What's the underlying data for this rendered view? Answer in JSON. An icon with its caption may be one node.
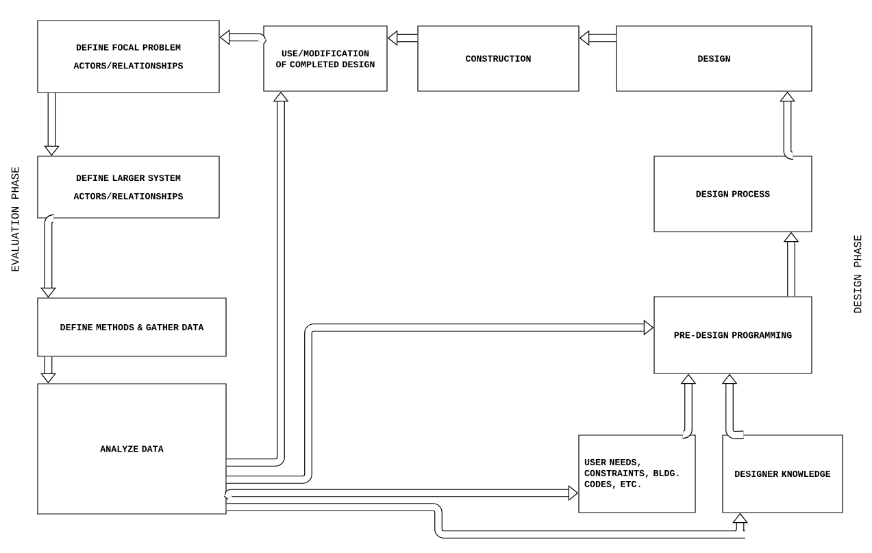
{
  "diagram": {
    "nodes": [
      {
        "text": [
          "DEFINE FOCAL PROBLEM",
          "ACTORS/RELATIONSHIPS"
        ]
      },
      {
        "text": [
          "USE/MODIFICATION OF COMPLETED DESIGN"
        ]
      },
      {
        "text": [
          "CONSTRUCTION"
        ]
      },
      {
        "text": [
          "DESIGN"
        ]
      },
      {
        "text": [
          "DEFINE LARGER SYSTEM",
          "ACTORS/RELATIONSHIPS"
        ]
      },
      {
        "text": [
          "DESIGN PROCESS"
        ]
      },
      {
        "text": [
          "DEFINE METHODS & GATHER DATA"
        ]
      },
      {
        "text": [
          "PRE-DESIGN PROGRAMMING"
        ]
      },
      {
        "text": [
          "ANALYZE DATA"
        ]
      },
      {
        "text": [
          "USER NEEDS, CONSTRAINTS, BLDG. CODES, ETC."
        ]
      },
      {
        "text": [
          "DESIGNER KNOWLEDGE"
        ]
      }
    ],
    "edges": [
      {
        "from": 3,
        "to": 2,
        "arrow": "to"
      },
      {
        "from": 2,
        "to": 1,
        "arrow": "to"
      },
      {
        "from": 1,
        "to": 0,
        "arrow": "to"
      },
      {
        "from": 0,
        "to": 4,
        "arrow": "to"
      },
      {
        "from": 4,
        "to": 6,
        "arrow": "to"
      },
      {
        "from": 6,
        "to": 8,
        "arrow": "to"
      },
      {
        "from": 8,
        "to": 1,
        "arrow": "to"
      },
      {
        "from": 8,
        "to": 7,
        "arrow": "to"
      },
      {
        "from": 8,
        "to": 9,
        "arrow": "to"
      },
      {
        "from": 8,
        "to": 10,
        "arrow": "to"
      },
      {
        "from": 9,
        "to": 7,
        "arrow": "to"
      },
      {
        "from": 10,
        "to": 7,
        "arrow": "to"
      },
      {
        "from": 7,
        "to": 5,
        "arrow": "to"
      },
      {
        "from": 5,
        "to": 3,
        "arrow": "to"
      }
    ],
    "labels": [
      "EVALUATION PHASE",
      "DESIGN PHASE"
    ]
  }
}
